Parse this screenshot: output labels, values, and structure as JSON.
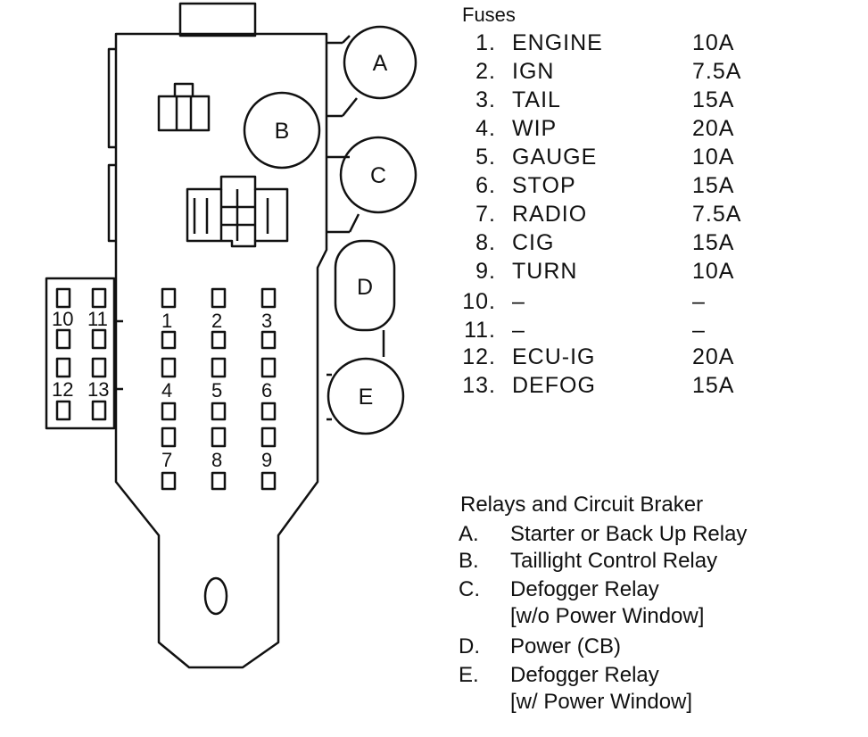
{
  "diagram": {
    "fuse_numbers": [
      "1",
      "2",
      "3",
      "4",
      "5",
      "6",
      "7",
      "8",
      "9",
      "10",
      "11",
      "12",
      "13"
    ],
    "relay_letters": [
      "A",
      "B",
      "C",
      "D",
      "E"
    ]
  },
  "fuses": {
    "title": "Fuses",
    "items": [
      {
        "num": "1.",
        "name": "ENGINE",
        "amp": "10A"
      },
      {
        "num": "2.",
        "name": "IGN",
        "amp": "7.5A"
      },
      {
        "num": "3.",
        "name": "TAIL",
        "amp": "15A"
      },
      {
        "num": "4.",
        "name": "WIP",
        "amp": "20A"
      },
      {
        "num": "5.",
        "name": "GAUGE",
        "amp": "10A"
      },
      {
        "num": "6.",
        "name": "STOP",
        "amp": "15A"
      },
      {
        "num": "7.",
        "name": "RADIO",
        "amp": "7.5A"
      },
      {
        "num": "8.",
        "name": "CIG",
        "amp": "15A"
      },
      {
        "num": "9.",
        "name": "TURN",
        "amp": "10A"
      },
      {
        "num": "10.",
        "name": "–",
        "amp": "–"
      },
      {
        "num": "11.",
        "name": "–",
        "amp": "–"
      },
      {
        "num": "12.",
        "name": "ECU-IG",
        "amp": "20A"
      },
      {
        "num": "13.",
        "name": "DEFOG",
        "amp": "15A"
      }
    ]
  },
  "relays": {
    "title": "Relays and Circuit Braker",
    "items": [
      {
        "letter": "A.",
        "desc": "Starter or Back Up Relay",
        "desc2": ""
      },
      {
        "letter": "B.",
        "desc": "Taillight Control Relay",
        "desc2": ""
      },
      {
        "letter": "C.",
        "desc": "Defogger Relay",
        "desc2": "[w/o Power Window]"
      },
      {
        "letter": "D.",
        "desc": "Power (CB)",
        "desc2": ""
      },
      {
        "letter": "E.",
        "desc": "Defogger Relay",
        "desc2": "[w/ Power Window]"
      }
    ]
  }
}
